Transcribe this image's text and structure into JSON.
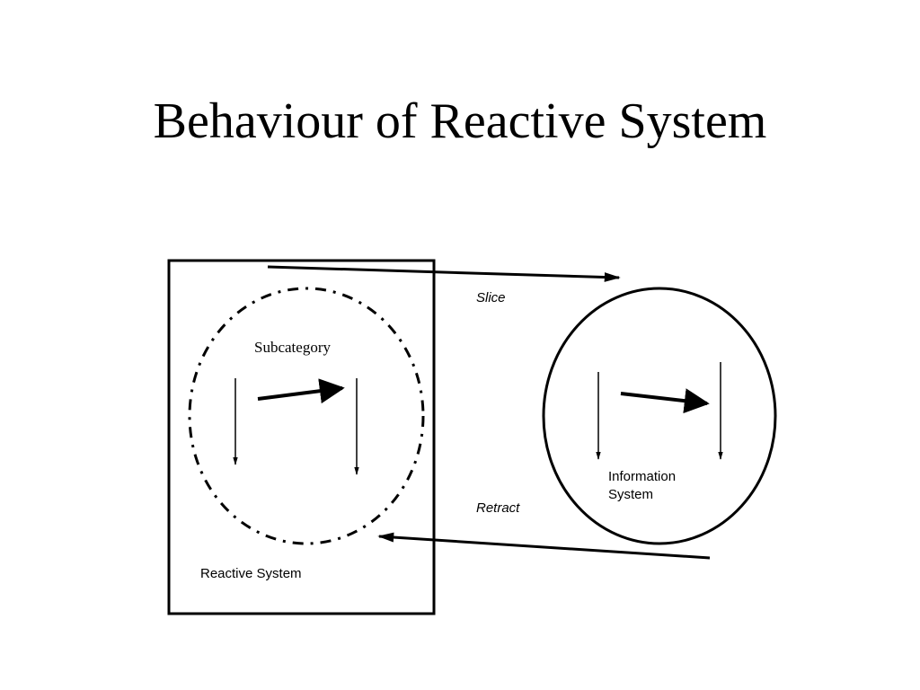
{
  "slide": {
    "title": "Behaviour of Reactive System"
  },
  "diagram": {
    "reactive_system_label": "Reactive System",
    "subcategory_label": "Subcategory",
    "information_system_label_line1": "Information",
    "information_system_label_line2": "System",
    "slice_label": "Slice",
    "retract_label": "Retract"
  }
}
